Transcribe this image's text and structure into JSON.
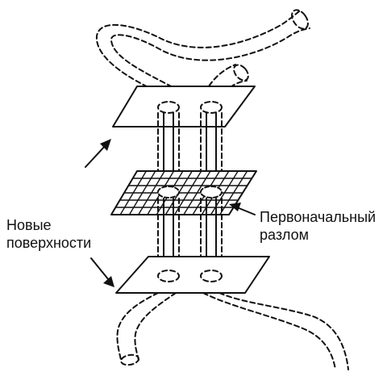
{
  "labels": {
    "new_surfaces": [
      "Новые",
      "поверхности"
    ],
    "original_break": [
      "Первоначальный",
      "разлом"
    ]
  },
  "colors": {
    "ink": "#111111",
    "background": "#ffffff"
  }
}
